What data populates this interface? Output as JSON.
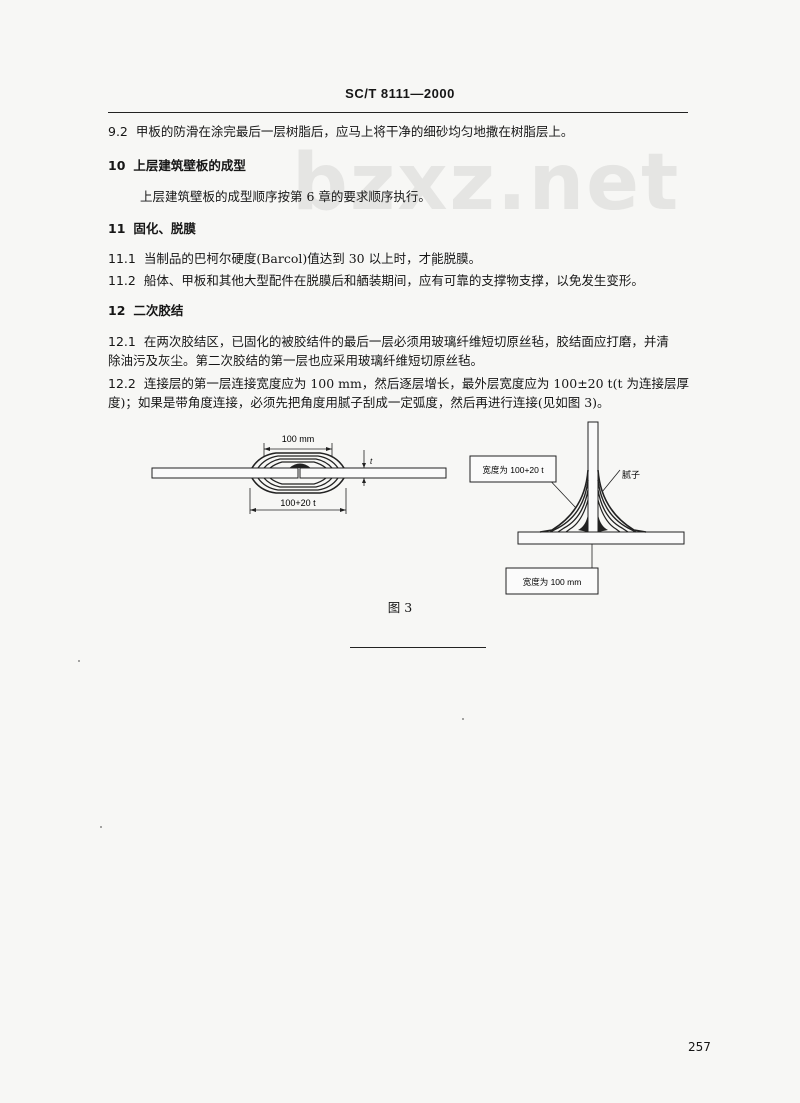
{
  "header": {
    "standard_code": "SC/T 8111—2000"
  },
  "watermark": {
    "text": "bzxz.net"
  },
  "sections": [
    {
      "num": "9.2",
      "text": "甲板的防滑在涂完最后一层树脂后，应马上将干净的细砂均匀地撒在树脂层上。"
    },
    {
      "num": "10",
      "title": "上层建筑壁板的成型"
    },
    {
      "text": "上层建筑壁板的成型顺序按第 6 章的要求顺序执行。"
    },
    {
      "num": "11",
      "title": "固化、脱膜"
    },
    {
      "num": "11.1",
      "text": "当制品的巴柯尔硬度(Barcol)值达到 30 以上时，才能脱膜。"
    },
    {
      "num": "11.2",
      "text": "船体、甲板和其他大型配件在脱膜后和舾装期间，应有可靠的支撑物支撑，以免发生变形。"
    },
    {
      "num": "12",
      "title": "二次胶结"
    },
    {
      "num": "12.1",
      "text_line1": "在两次胶结区，已固化的被胶结件的最后一层必须用玻璃纤维短切原丝毡，胶结面应打磨，并清",
      "text_line2": "除油污及灰尘。第二次胶结的第一层也应采用玻璃纤维短切原丝毡。"
    },
    {
      "num": "12.2",
      "text_line1": "连接层的第一层连接宽度应为 100 mm，然后逐层增长，最外层宽度应为 100±20 t(t 为连接层厚",
      "text_line2": "度)；如果是带角度连接，必须先把角度用腻子刮成一定弧度，然后再进行连接(见如图 3)。"
    }
  ],
  "figure": {
    "left_top_dim": "100 mm",
    "left_bottom_dim": "100+20 t",
    "left_thickness": "t",
    "right_width_label": "宽度为 100+20 t",
    "right_putty_label": "腻子",
    "right_bottom_label": "宽度为 100 mm",
    "caption": "图 3"
  },
  "page_number": "257"
}
